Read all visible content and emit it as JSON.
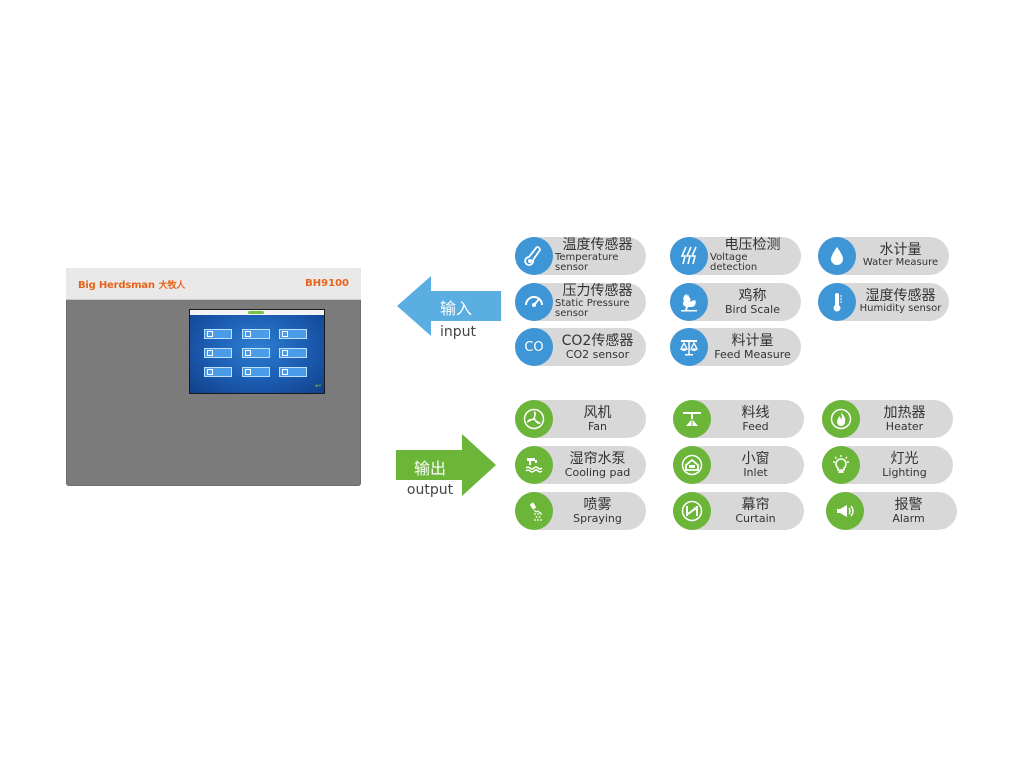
{
  "device": {
    "brand": "Big Herdsman",
    "brand_cn": "大牧人",
    "model": "BH9100"
  },
  "colors": {
    "input_accent": "#3e96d6",
    "output_accent": "#6bb539",
    "brand_orange": "#e8631a"
  },
  "input": {
    "label_cn": "输入",
    "label_en": "input",
    "items": [
      {
        "cn": "温度传感器",
        "en": "Temperature sensor",
        "icon": "thermometer-icon"
      },
      {
        "cn": "电压检测",
        "en": "Voltage detection",
        "icon": "lightning-icon"
      },
      {
        "cn": "水计量",
        "en": "Water Measure",
        "icon": "water-drop-icon"
      },
      {
        "cn": "压力传感器",
        "en": "Static Pressure sensor",
        "icon": "pressure-gauge-icon"
      },
      {
        "cn": "鸡称",
        "en": "Bird Scale",
        "icon": "rooster-icon"
      },
      {
        "cn": "湿度传感器",
        "en": "Humidity sensor",
        "icon": "humidity-thermometer-icon"
      },
      {
        "cn": "CO2传感器",
        "en": "CO2 sensor",
        "icon": "co2-icon"
      },
      {
        "cn": "料计量",
        "en": "Feed Measure",
        "icon": "feed-scale-icon"
      }
    ],
    "co2_glyph": "CO"
  },
  "output": {
    "label_cn": "输出",
    "label_en": "output",
    "items": [
      {
        "cn": "风机",
        "en": "Fan",
        "icon": "fan-icon"
      },
      {
        "cn": "料线",
        "en": "Feed",
        "icon": "feed-line-icon"
      },
      {
        "cn": "加热器",
        "en": "Heater",
        "icon": "flame-icon"
      },
      {
        "cn": "湿帘水泵",
        "en": "Cooling pad",
        "icon": "water-pump-icon"
      },
      {
        "cn": "小窗",
        "en": "Inlet",
        "icon": "inlet-window-icon"
      },
      {
        "cn": "灯光",
        "en": "Lighting",
        "icon": "lightbulb-icon"
      },
      {
        "cn": "喷雾",
        "en": "Spraying",
        "icon": "spray-icon"
      },
      {
        "cn": "幕帘",
        "en": "Curtain",
        "icon": "curtain-icon"
      },
      {
        "cn": "报警",
        "en": "Alarm",
        "icon": "megaphone-icon"
      }
    ]
  }
}
